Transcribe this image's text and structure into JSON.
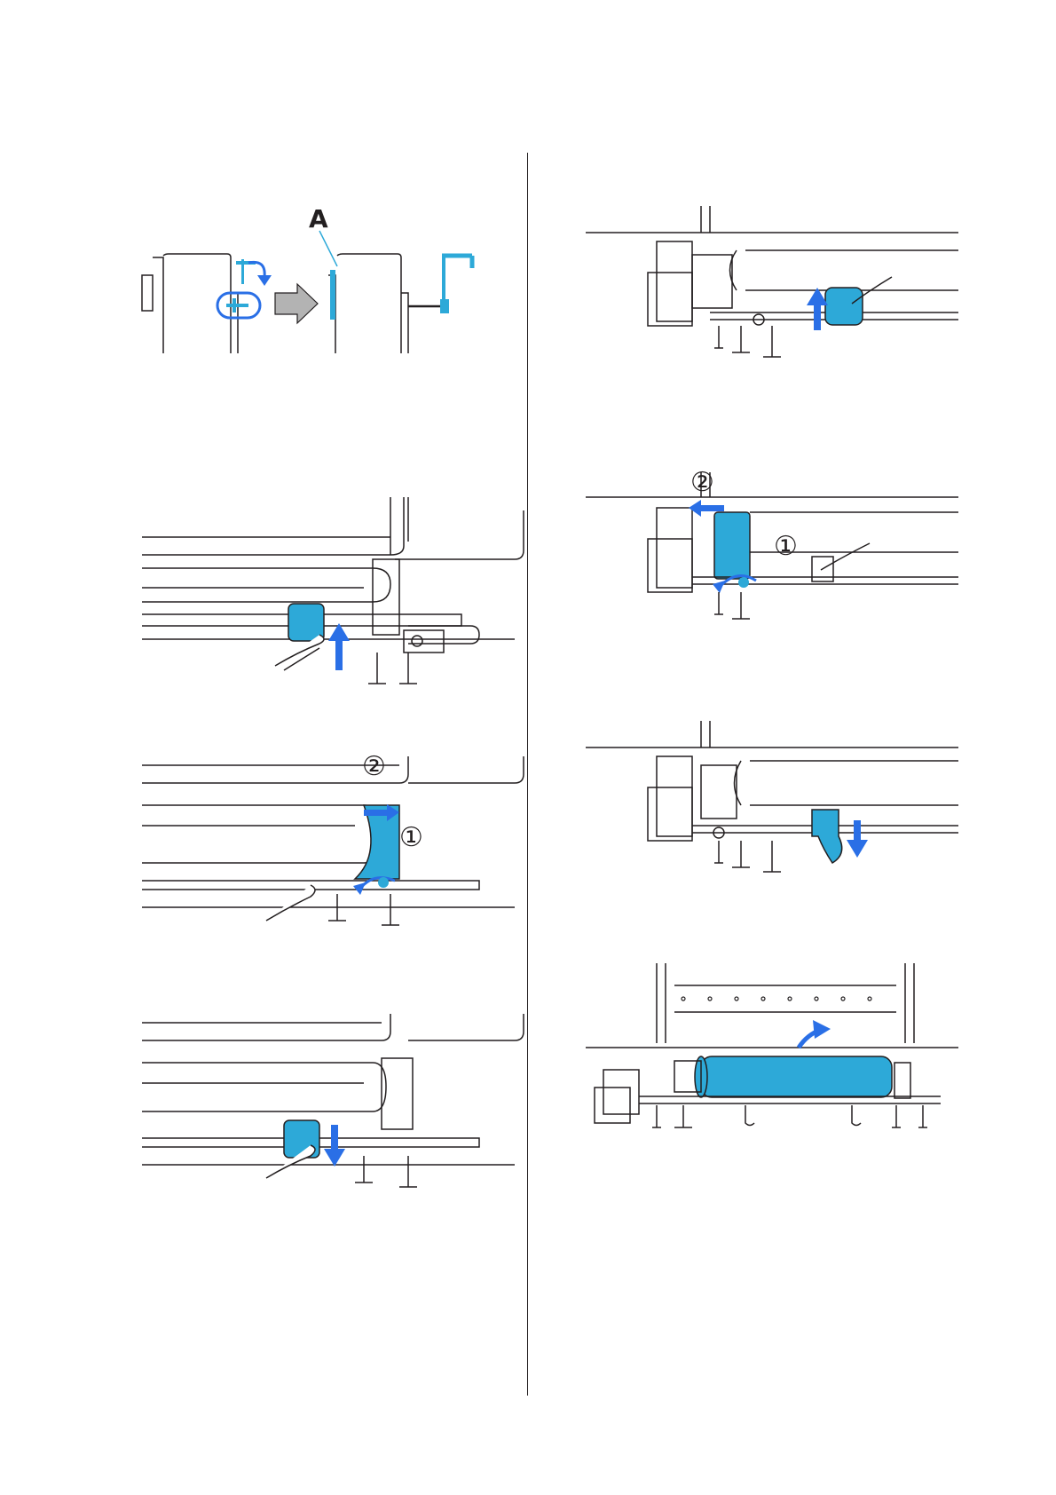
{
  "colors": {
    "line": "#231f20",
    "accent": "#2da9d8",
    "arrow": "#2a6fe6",
    "gray_arrow": "#b3b3b3",
    "paper": "#ffffff"
  },
  "figures": {
    "fig_a": {
      "callout": "A"
    },
    "fig_left_3": {
      "step_1": "①",
      "step_2": "②"
    },
    "fig_right_2": {
      "step_1": "①",
      "step_2": "②"
    }
  }
}
